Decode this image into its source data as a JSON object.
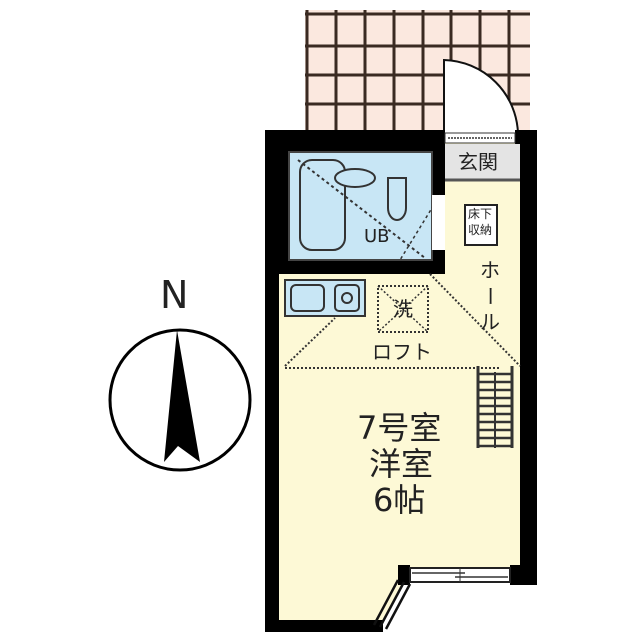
{
  "compass": {
    "label": "N"
  },
  "rooms": {
    "entrance": "玄関",
    "storage": [
      "床下",
      "収納"
    ],
    "hall": [
      "ホ",
      "ー",
      "ル"
    ],
    "unit_bath": "UB",
    "washer": "洗",
    "loft": "ロフト",
    "main_room": {
      "unit": "7号室",
      "type": "洋室",
      "size": "6帖"
    }
  },
  "colors": {
    "balcony_fill": "#fbe8df",
    "floor_fill": "#fdf9d6",
    "bath_fill": "#c8e6f5",
    "entrance_fill": "#e4e4e4",
    "wall": "#000000"
  }
}
